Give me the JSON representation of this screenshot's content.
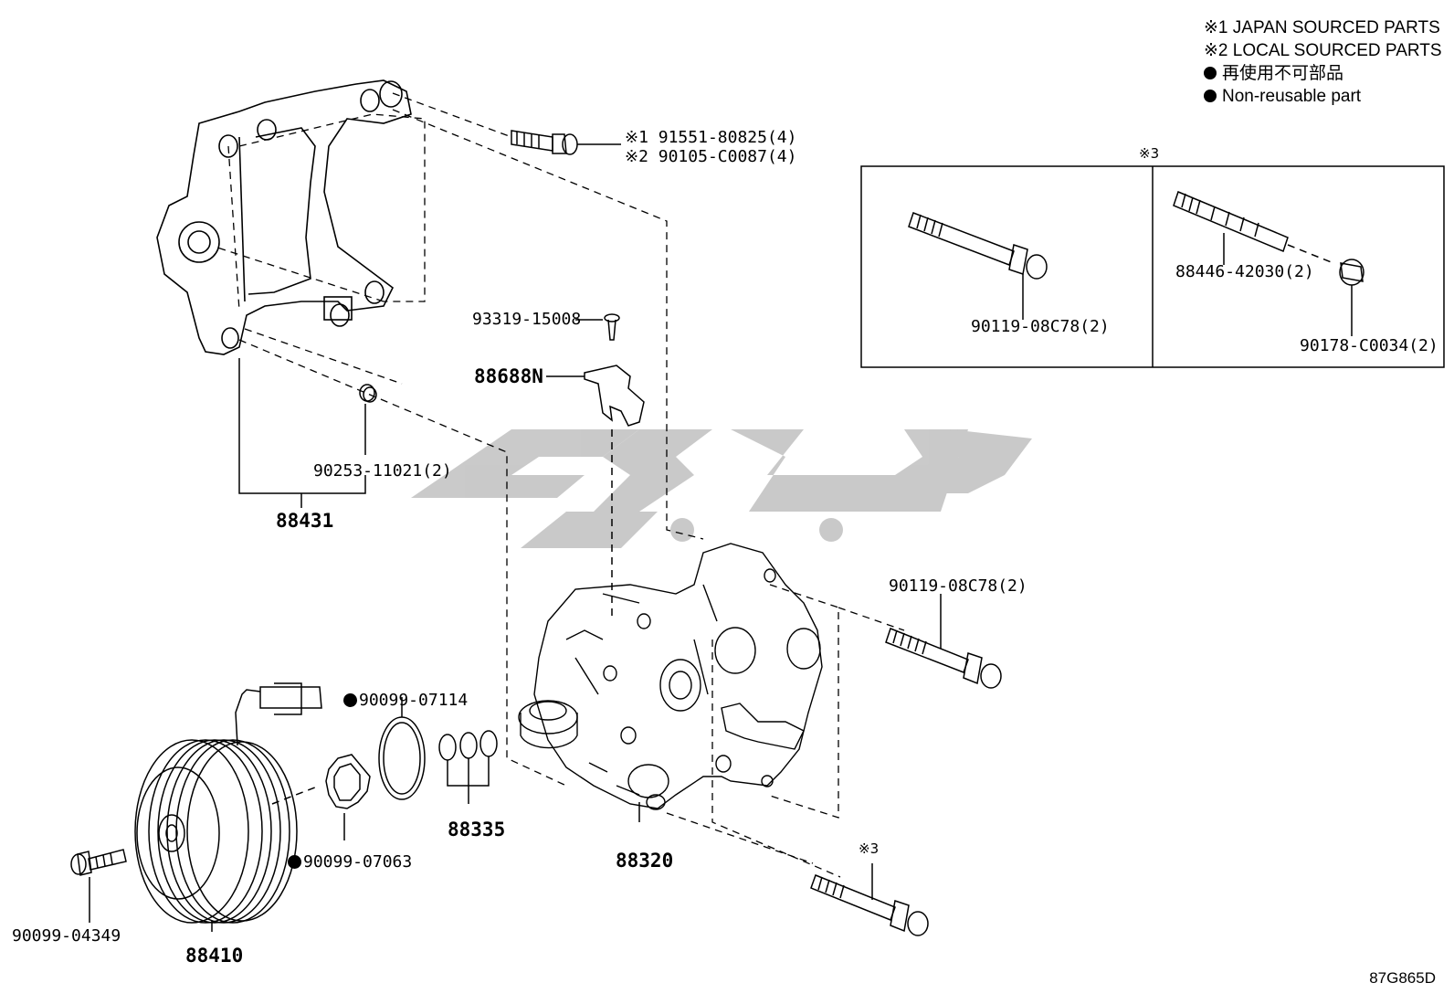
{
  "legend": {
    "japan": "※1 JAPAN SOURCED PARTS",
    "local": "※2 LOCAL SOURCED PARTS",
    "non_reusable_jp": "再使用不可部品",
    "non_reusable_en": "Non-reusable part"
  },
  "parts": {
    "bolt_jp": "※1 91551-80825(4)",
    "bolt_local": "※2 90105-C0087(4)",
    "screw": "93319-15008",
    "bracket_clip": "88688N",
    "pin": "90253-11021(2)",
    "bracket": "88431",
    "box_mark": "※3",
    "box_bolt": "90119-08C78(2)",
    "box_stud": "88446-42030(2)",
    "box_nut": "90178-C0034(2)",
    "compressor_bolt": "90119-08C78(2)",
    "snap_ring": "90099-07114",
    "shim_retainer": "90099-07063",
    "shims": "88335",
    "compressor": "88320",
    "clutch_bolt": "90099-04349",
    "clutch": "88410",
    "lower_bolt_mark": "※3"
  },
  "diagram_code": "87G865D",
  "colors": {
    "line": "#000000",
    "watermark": "#c4c4c4"
  }
}
